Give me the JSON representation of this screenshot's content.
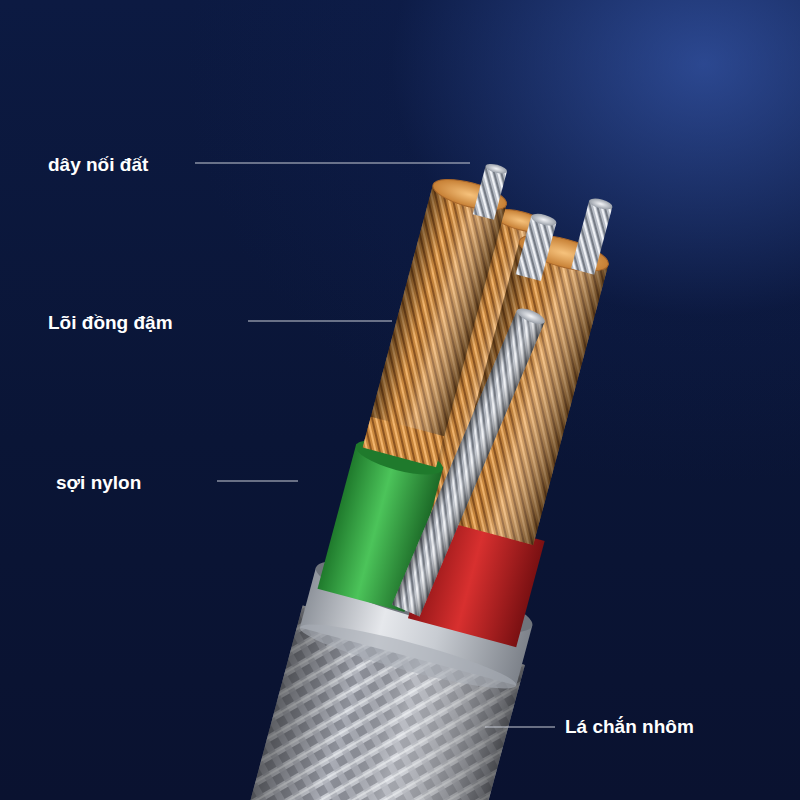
{
  "diagram": {
    "labels": [
      "dây nối đất",
      "Lõi đồng đậm",
      "sợi nylon",
      "Lá chắn nhôm"
    ]
  }
}
